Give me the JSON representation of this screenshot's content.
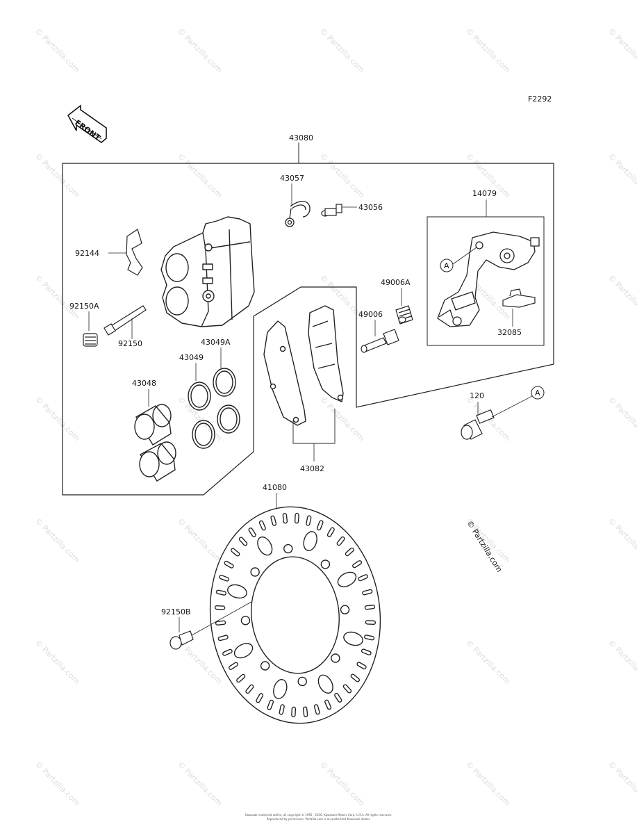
{
  "figure_code": "F2292",
  "front_label": "FRONT",
  "copyright": "© Partzilla.com",
  "watermark_text": "© Partzilla.com",
  "footer": {
    "line1": "Kawasaki materials within, all copyright © 1995 - 2016. Kawasaki Motors Corp. U.S.A. All rights reserved.",
    "line2": "Reproduced by permission. Partzilla.com is an authorized Kawasaki dealer."
  },
  "callouts": {
    "assembly": "43080",
    "hose_bolt": "43057",
    "bleed_valve": "43056",
    "holder": "14079",
    "pad_spring": "92144",
    "cap_92150A": "92150A",
    "pin_92150": "92150",
    "seal_43049": "43049",
    "seal_43049A": "43049A",
    "piston": "43048",
    "boot_49006A": "49006A",
    "pin_49006": "49006",
    "spring_32085": "32085",
    "pad_set": "43082",
    "bolt_120": "120",
    "disc": "41080",
    "disc_bolt": "92150B",
    "ref_a": "A"
  }
}
